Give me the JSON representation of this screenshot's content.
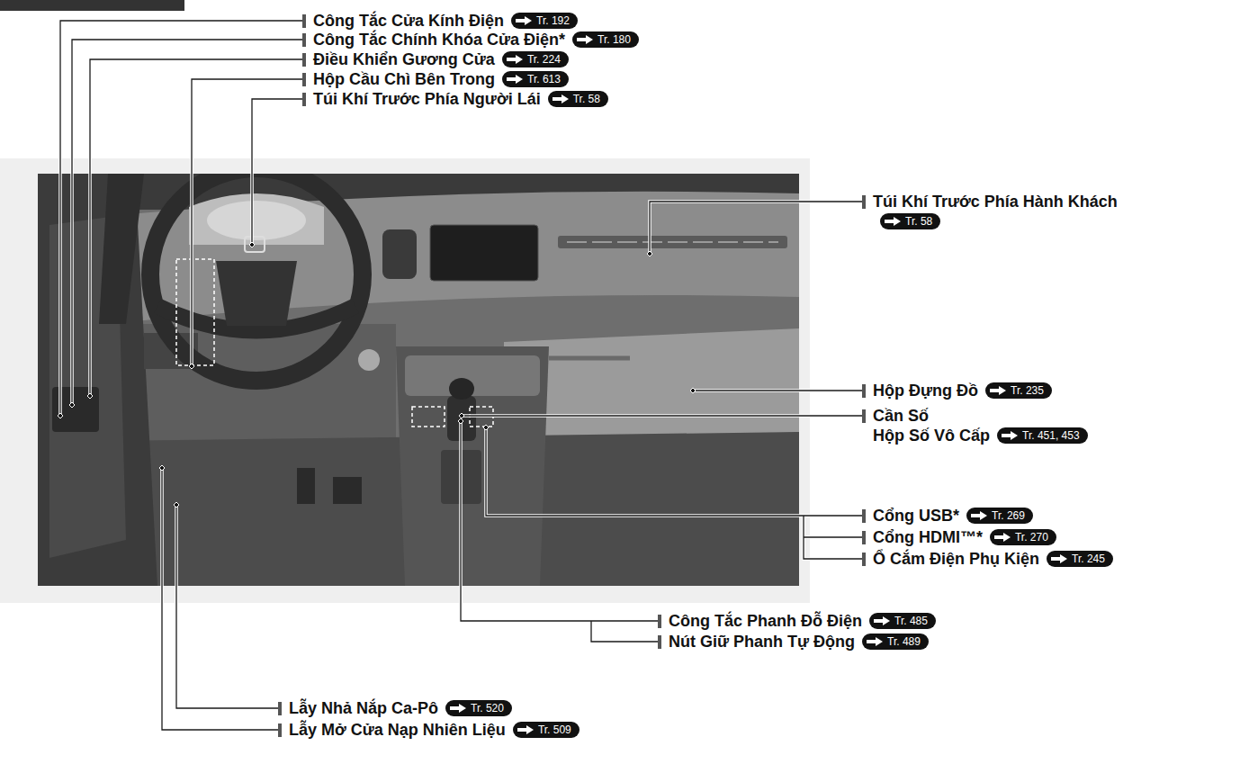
{
  "diagram": {
    "nodes": [
      {
        "text": [
          "Công Tắc Cửa Kính Điện",
          "Tr. 192"
        ]
      },
      {
        "text": [
          "Công Tắc Chính Khóa Cửa Điện*",
          "Tr. 180"
        ]
      },
      {
        "text": [
          "Điều Khiển Gương Cửa",
          "Tr. 224"
        ]
      },
      {
        "text": [
          "Hộp Cầu Chì Bên Trong",
          "Tr. 613"
        ]
      },
      {
        "text": [
          "Túi Khí Trước Phía Người Lái",
          "Tr. 58"
        ]
      },
      {
        "text": [
          "Túi Khí Trước Phía Hành Khách",
          "Tr. 58"
        ]
      },
      {
        "text": [
          "Hộp Đựng Đồ",
          "Tr. 235"
        ]
      },
      {
        "text": [
          "Cần Số",
          "Hộp Số Vô Cấp",
          "Tr. 451, 453"
        ]
      },
      {
        "text": [
          "Cổng USB*",
          "Tr. 269"
        ]
      },
      {
        "text": [
          "Cổng HDMI™*",
          "Tr. 270"
        ]
      },
      {
        "text": [
          "Ổ Cắm Điện Phụ Kiện",
          "Tr. 245"
        ]
      },
      {
        "text": [
          "Công Tắc Phanh Đỗ Điện",
          "Tr. 485"
        ]
      },
      {
        "text": [
          "Nút Giữ Phanh Tự Động",
          "Tr. 489"
        ]
      },
      {
        "text": [
          "Lẫy Nhả Nắp Ca-Pô",
          "Tr. 520"
        ]
      },
      {
        "text": [
          "Lẫy Mở Cửa Nạp Nhiên Liệu",
          "Tr. 509"
        ]
      }
    ]
  }
}
